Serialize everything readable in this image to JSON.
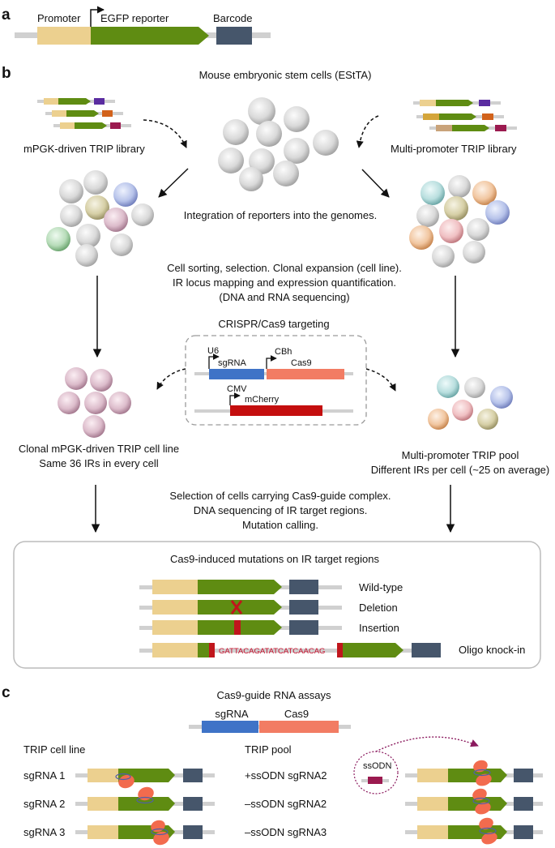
{
  "colors": {
    "backbone": "#d0d0d0",
    "promoter": "#ecd08f",
    "egfp": "#5f8c12",
    "barcode": "#46566b",
    "sgrna": "#3f73c7",
    "cas9": "#f27c63",
    "mcherry": "#c40e0e",
    "cut_mark": "#c0161c",
    "ssodn": "#9b1a4f",
    "dashed_arrow": "#8b1a5e"
  },
  "panel_a": {
    "letter": "a",
    "promoter": "Promoter",
    "egfp": "EGFP reporter",
    "barcode": "Barcode"
  },
  "panel_b": {
    "letter": "b",
    "title": "Mouse embryonic stem cells (EStTA)",
    "left_library": "mPGK-driven TRIP library",
    "right_library": "Multi-promoter TRIP library",
    "integration": "Integration of reporters into the genomes.",
    "sorting_lines": [
      "Cell sorting, selection. Clonal expansion (cell line).",
      "IR locus mapping and expression quantification.",
      "(DNA and RNA sequencing)"
    ],
    "crispr_title": "CRISPR/Cas9 targeting",
    "u6": "U6",
    "sgrna": "sgRNA",
    "cbh": "CBh",
    "cas9": "Cas9",
    "cmv": "CMV",
    "mcherry": "mCherry",
    "left_result_lines": [
      "Clonal mPGK-driven TRIP cell line",
      "Same 36 IRs in every cell"
    ],
    "right_result_lines": [
      "Multi-promoter TRIP pool",
      "Different IRs per cell (~25 on average)"
    ],
    "selection_lines": [
      "Selection of cells carrying Cas9-guide complex.",
      "DNA sequencing of IR target regions.",
      "Mutation calling."
    ],
    "mutations_title": "Cas9-induced mutations on IR target regions",
    "mutations": [
      "Wild-type",
      "Deletion",
      "Insertion",
      "Oligo knock-in"
    ],
    "oligo_sequence": "GATTACAGATATCATCAACAG"
  },
  "panel_c": {
    "letter": "c",
    "title": "Cas9-guide RNA assays",
    "sgrna": "sgRNA",
    "cas9": "Cas9",
    "left_header": "TRIP cell line",
    "left_rows": [
      "sgRNA 1",
      "sgRNA 2",
      "sgRNA 3"
    ],
    "right_header": "TRIP pool",
    "right_rows": [
      "+ssODN sgRNA2",
      "–ssODN sgRNA2",
      "–ssODN sgRNA3"
    ],
    "ssodn": "ssODN"
  }
}
